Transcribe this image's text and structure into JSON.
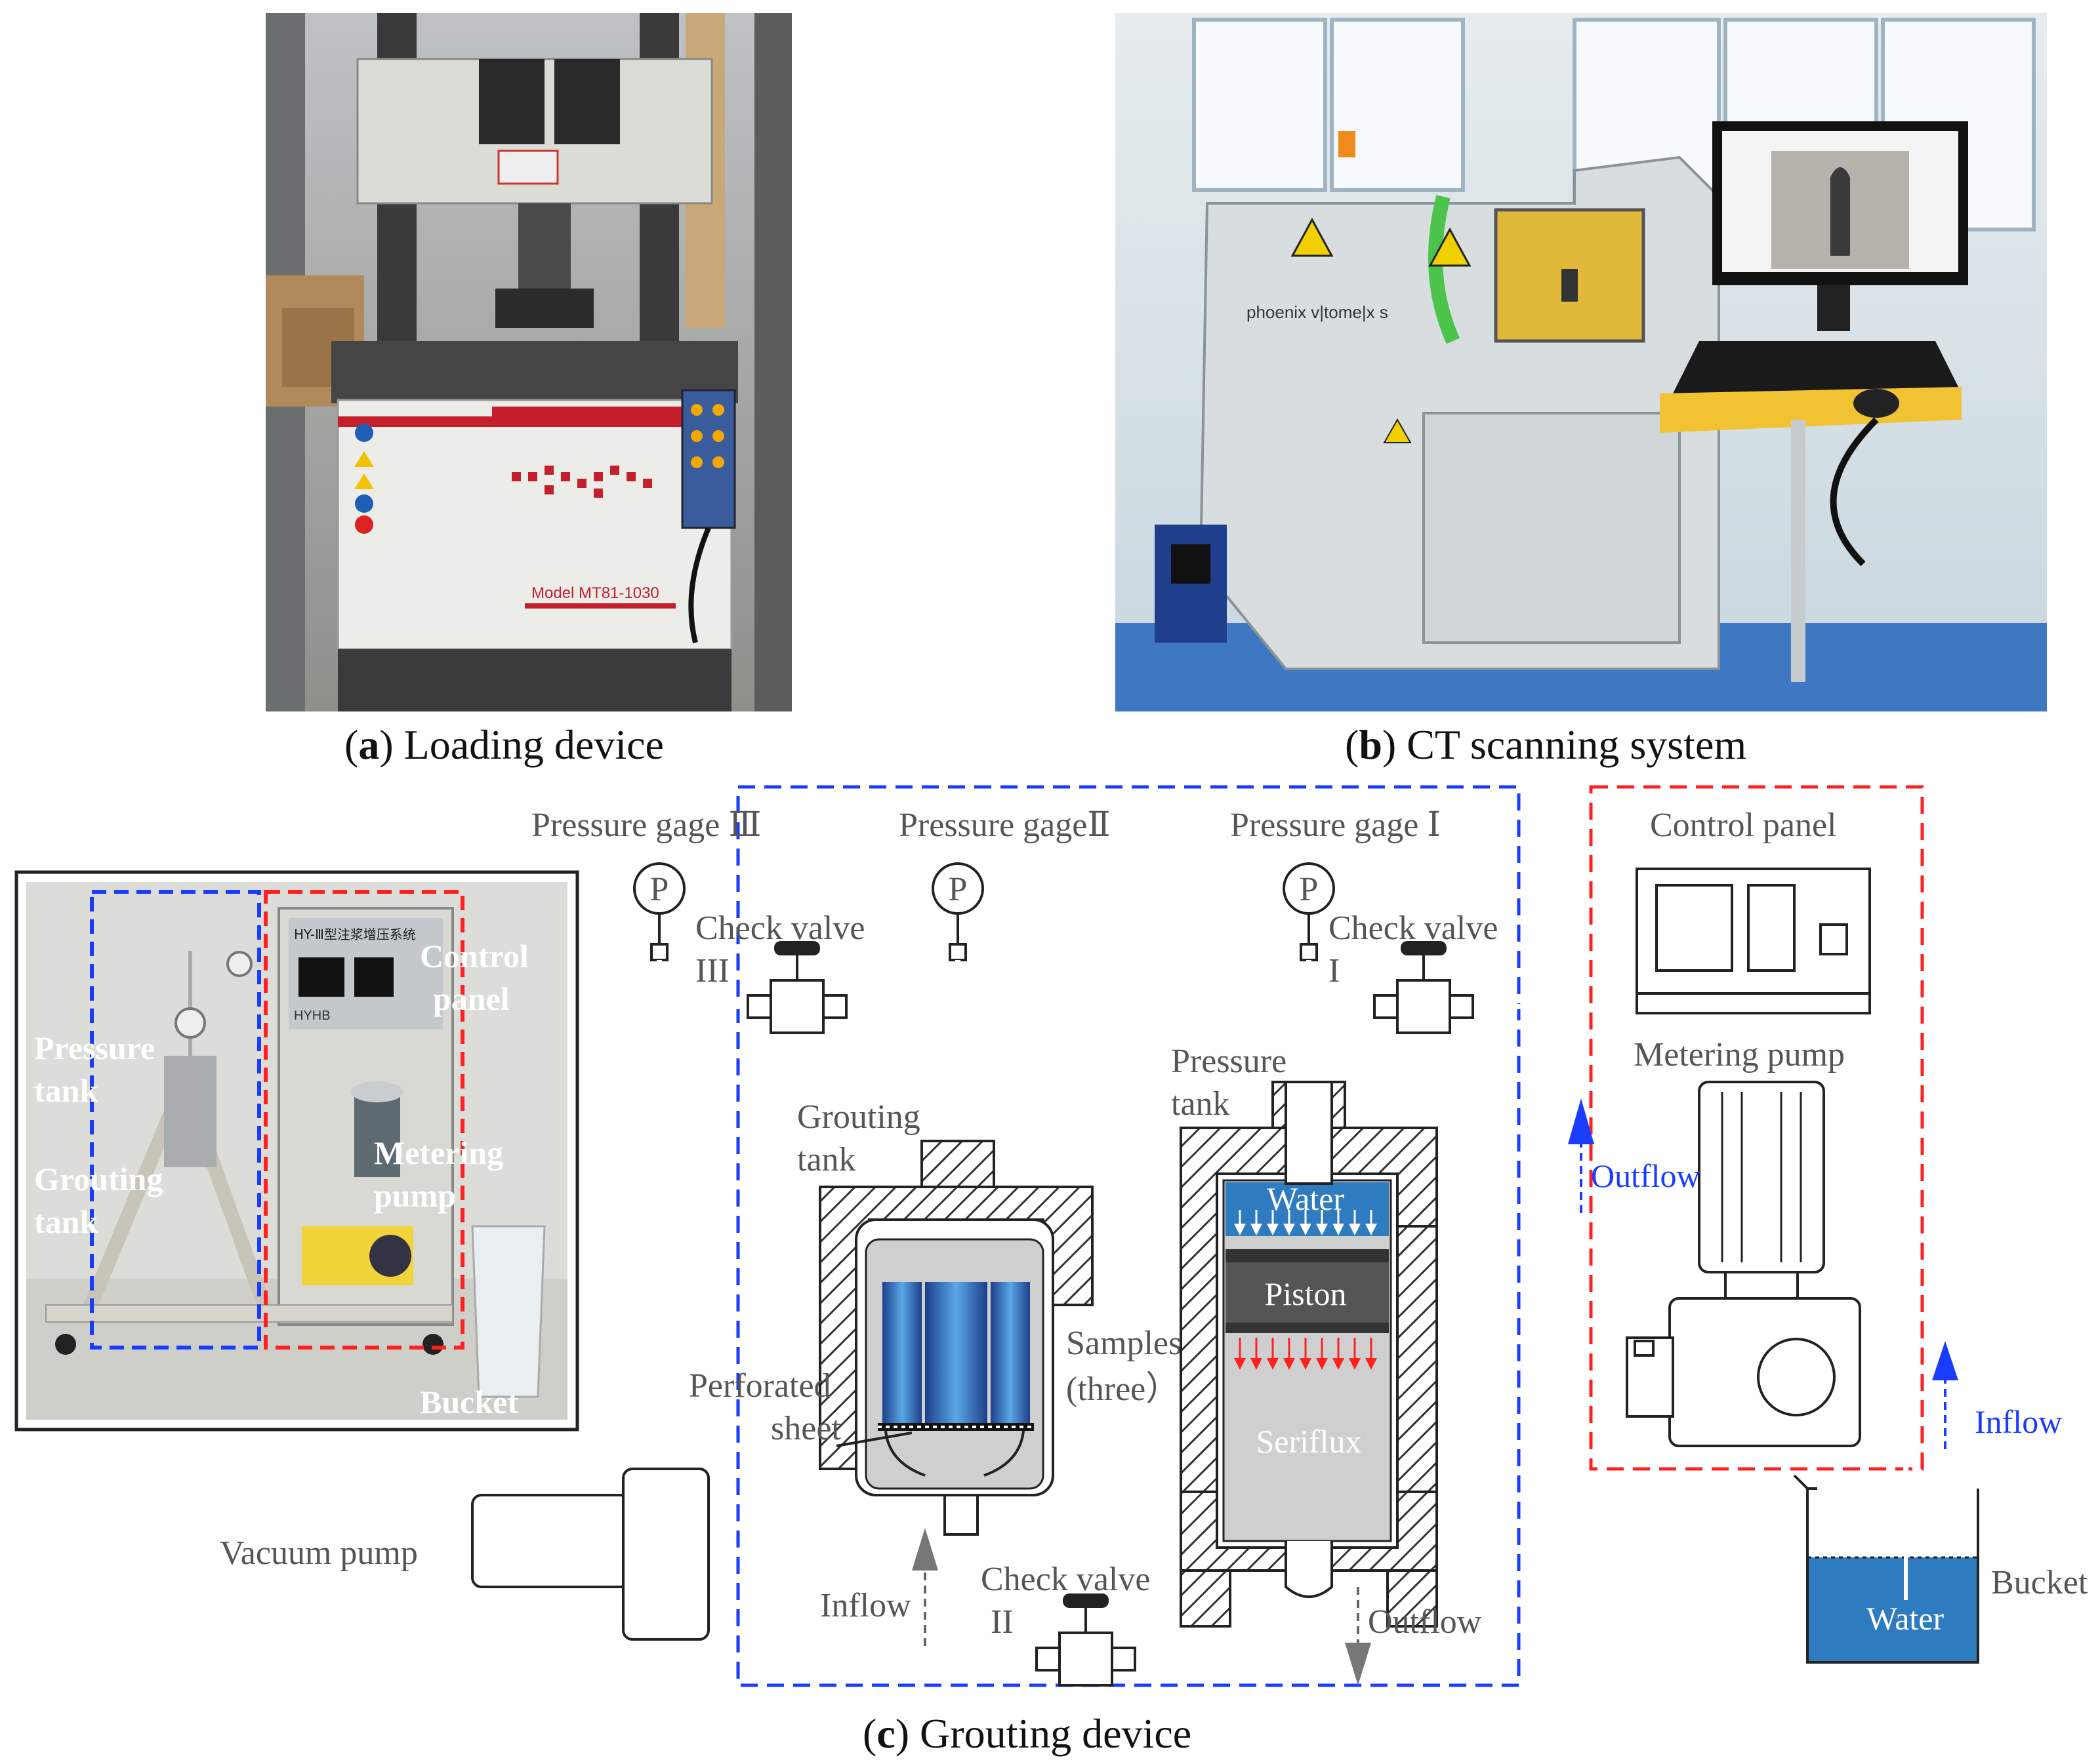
{
  "captions": {
    "a_letter": "a",
    "a_text": "Loading device",
    "b_letter": "b",
    "b_text": "CT scanning system",
    "c_letter": "c",
    "c_text": "Grouting device"
  },
  "photo_a": {
    "model_label": "Model MT81-1030"
  },
  "photo_b": {
    "brand_label": "phoenix v|tome|x s"
  },
  "photo_c": {
    "device_title": "HY-Ⅲ型注浆增压系统",
    "brand": "HYHB",
    "labels": {
      "control_panel_1": "Control",
      "control_panel_2": "panel",
      "pressure_tank_1": "Pressure",
      "pressure_tank_2": "tank",
      "grouting_tank_1": "Grouting",
      "grouting_tank_2": "tank",
      "metering_pump_1": "Metering",
      "metering_pump_2": "pump",
      "bucket": "Bucket"
    }
  },
  "schematic": {
    "pressure_gage_3": "Pressure gage Ⅲ",
    "pressure_gage_2": "Pressure gageⅡ",
    "pressure_gage_1": "Pressure gage Ⅰ",
    "gauge_symbol": "P",
    "check_valve_3_a": "Check valve",
    "check_valve_3_b": "III",
    "check_valve_1_a": "Check valve",
    "check_valve_1_b": "I",
    "check_valve_2_a": "Check valve",
    "check_valve_2_b": "II",
    "grouting_tank_1": "Grouting",
    "grouting_tank_2": "tank",
    "pressure_tank_1": "Pressure",
    "pressure_tank_2": "tank",
    "samples_1": "Samples",
    "samples_2": "(three）",
    "perforated_1": "Perforated",
    "perforated_2": "sheet",
    "vacuum_pump": "Vacuum pump",
    "inflow_left": "Inflow",
    "outflow_bottom": "Outflow",
    "water_top": "Water",
    "piston": "Piston",
    "seriflux": "Seriflux",
    "control_panel": "Control panel",
    "metering_pump": "Metering pump",
    "outflow_right": "Outflow",
    "inflow_right": "Inflow",
    "bucket": "Bucket",
    "bucket_water": "Water"
  },
  "colors": {
    "blue_dash": "#1a3cff",
    "red_dash": "#ff2020",
    "water_blue": "#2e7bbf",
    "piston_gray": "#555555",
    "tank_fill": "#cfcfcf"
  }
}
